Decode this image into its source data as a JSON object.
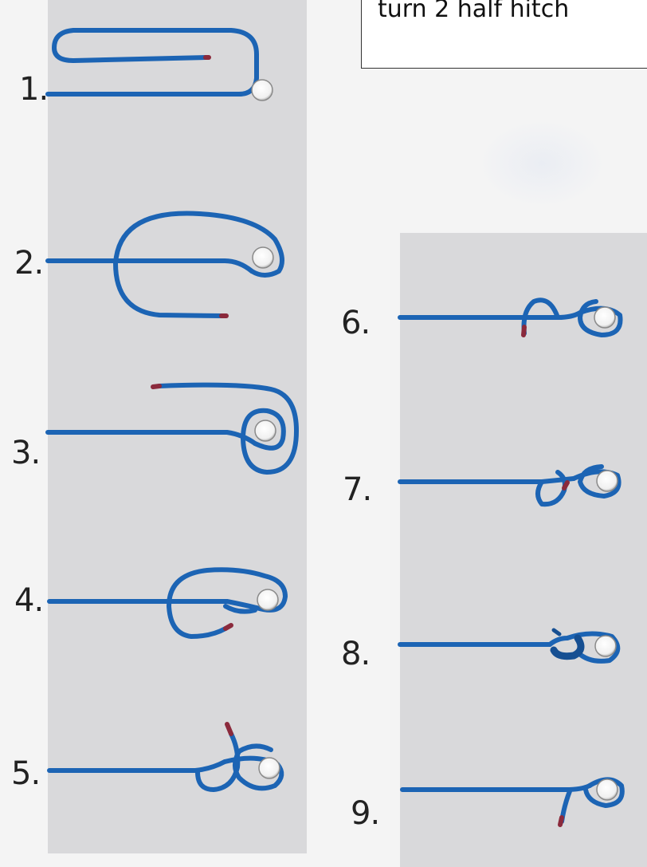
{
  "instruction_box": {
    "text": "turn 2 half hitch"
  },
  "steps": [
    {
      "number": "1."
    },
    {
      "number": "2."
    },
    {
      "number": "3."
    },
    {
      "number": "4."
    },
    {
      "number": "5."
    },
    {
      "number": "6."
    },
    {
      "number": "7."
    },
    {
      "number": "8."
    },
    {
      "number": "9."
    }
  ],
  "colors": {
    "rope": "#1c64b4",
    "rope_tip": "#8b2a3c",
    "panel": "#d9d9db",
    "ring": "#ffffff"
  }
}
